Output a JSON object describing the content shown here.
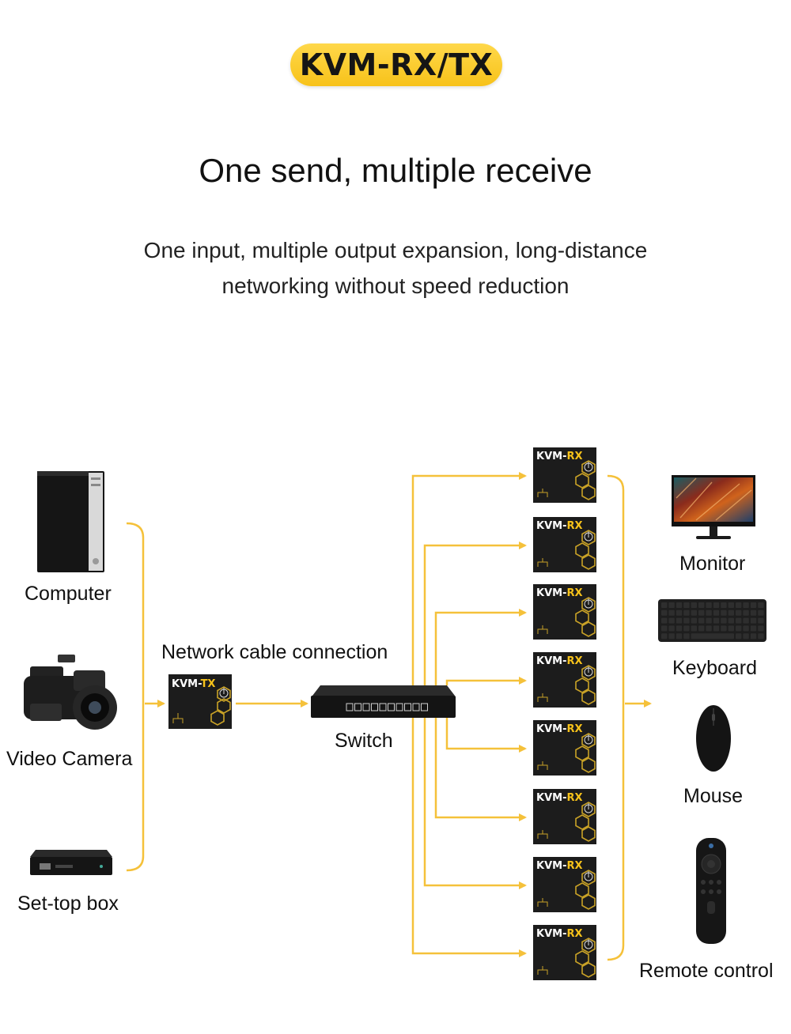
{
  "badge": {
    "text": "KVM-RX/TX"
  },
  "headline": "One send, multiple receive",
  "subtitle": {
    "line1": "One input, multiple output expansion, long-distance",
    "line2": "networking without speed reduction"
  },
  "sources": [
    {
      "label": "Computer",
      "icon": "computer-tower-icon"
    },
    {
      "label": "Video Camera",
      "icon": "video-camera-icon"
    },
    {
      "label": "Set-top box",
      "icon": "set-top-box-icon"
    }
  ],
  "transmitter": {
    "brand": "KVM-",
    "type": "TX"
  },
  "connection_label": "Network cable connection",
  "switch": {
    "label": "Switch"
  },
  "receiver": {
    "brand": "KVM-",
    "type": "RX"
  },
  "receiver_count": 8,
  "outputs": [
    {
      "label": "Monitor",
      "icon": "monitor-icon"
    },
    {
      "label": "Keyboard",
      "icon": "keyboard-icon"
    },
    {
      "label": "Mouse",
      "icon": "mouse-icon"
    },
    {
      "label": "Remote control",
      "icon": "remote-control-icon"
    }
  ],
  "colors": {
    "accent": "#f7c21a",
    "line": "#f5c13a",
    "device": "#1c1c1c"
  }
}
